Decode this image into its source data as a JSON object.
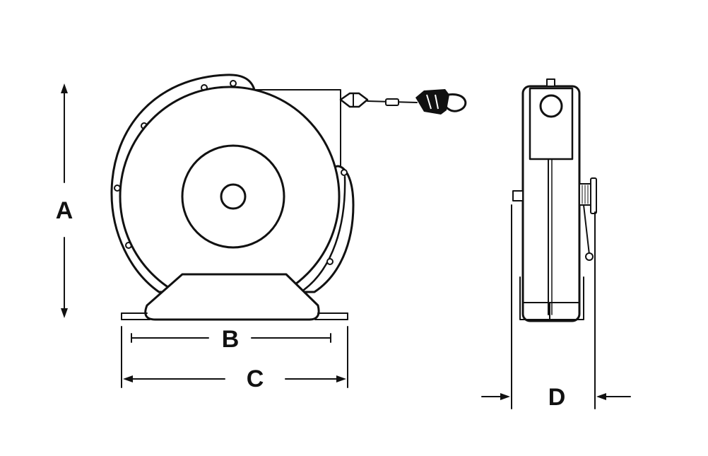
{
  "labels": {
    "height": "A",
    "base_width": "B",
    "overall_width": "C",
    "depth": "D"
  },
  "colors": {
    "line": "#111111",
    "background": "#ffffff"
  }
}
